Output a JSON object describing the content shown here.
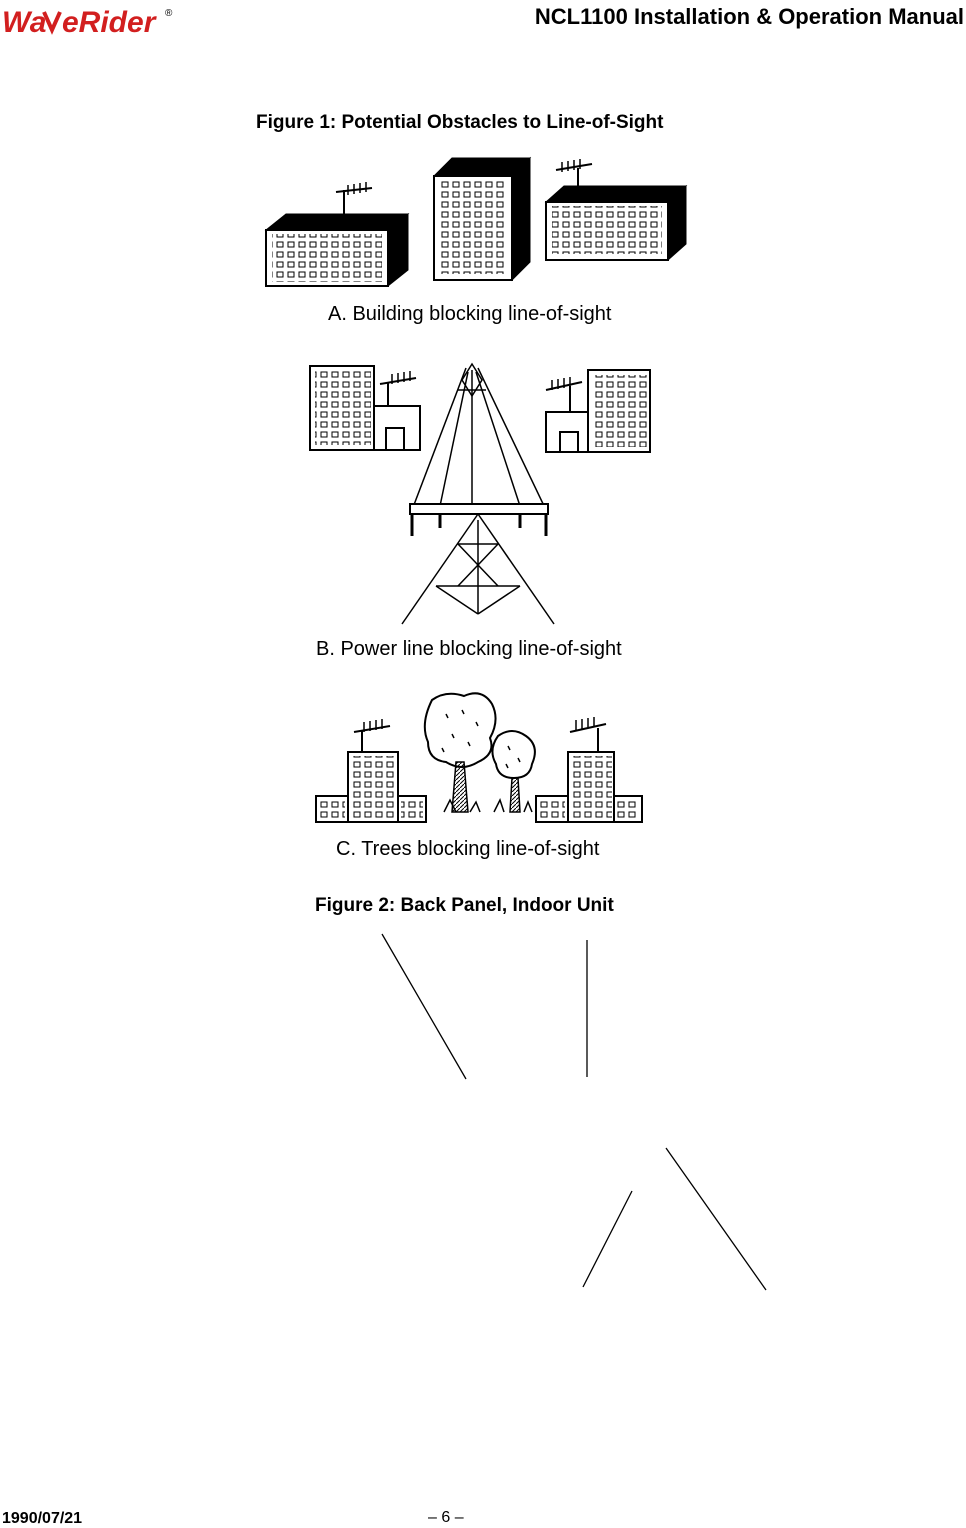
{
  "header": {
    "logo_text": "WaveRider®",
    "title": "NCL1100 Installation & Operation Manual"
  },
  "figure1": {
    "caption": "Figure 1:  Potential Obstacles to Line-of-Sight",
    "panel_a_label": "A.  Building blocking line-of-sight",
    "panel_b_label": "B.  Power line blocking line-of-sight",
    "panel_c_label": "C.  Trees blocking line-of-sight"
  },
  "figure2": {
    "caption": "Figure 2:  Back Panel, Indoor Unit"
  },
  "footer": {
    "date": "1990/07/21",
    "page": "– 6 –"
  }
}
